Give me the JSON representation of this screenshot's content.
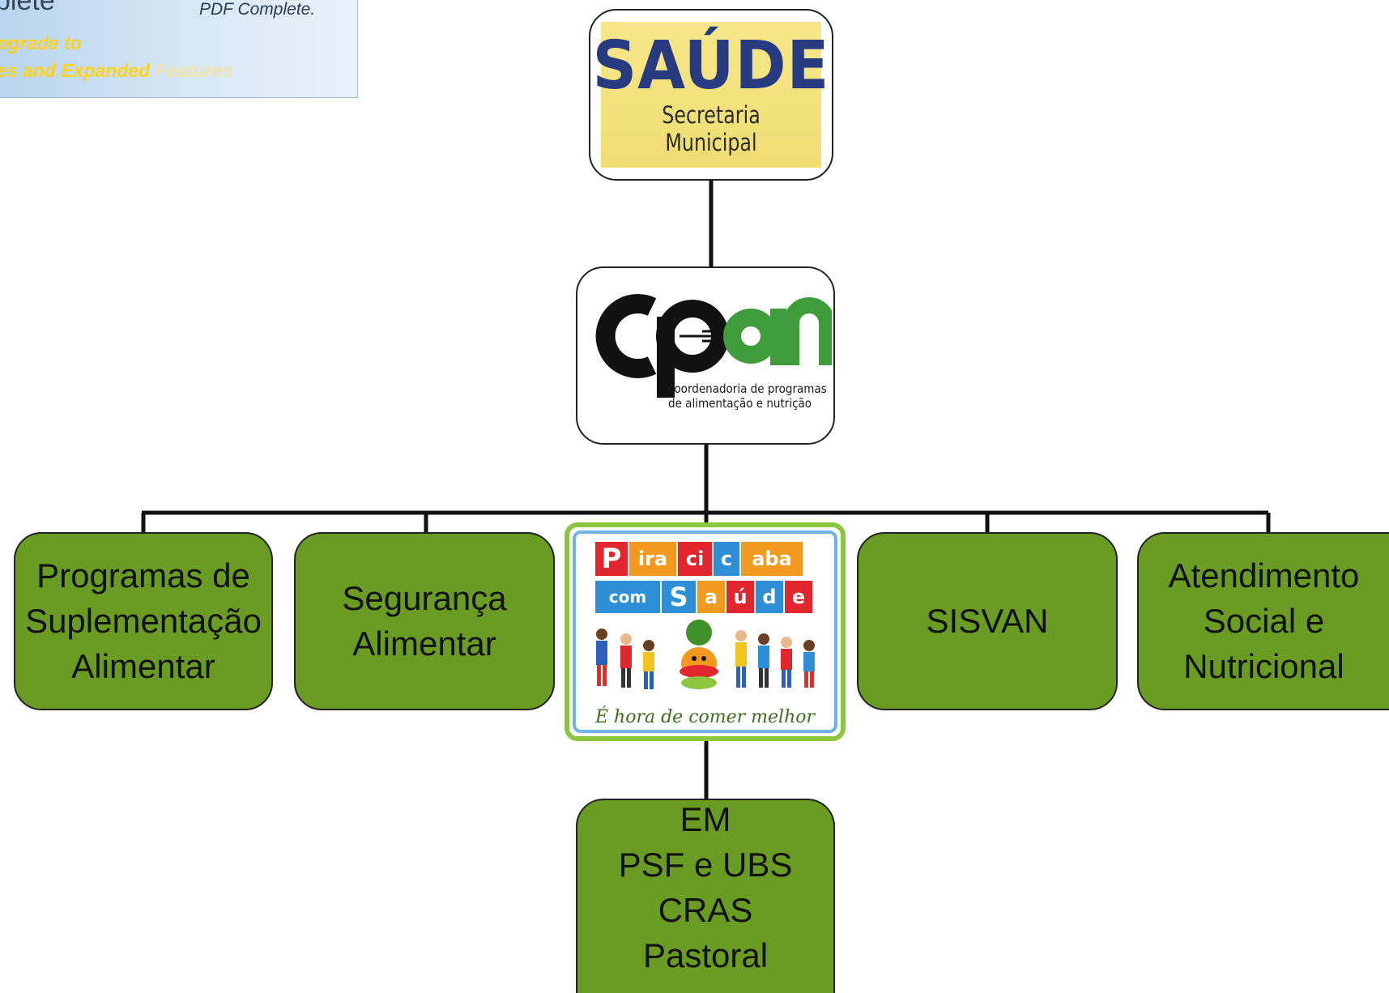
{
  "banner": {
    "partial_title": "plete",
    "pdf_complete": "PDF Complete.",
    "line1": "pgrade to",
    "line2_bright": "es and Expanded ",
    "line2_faded": "Features"
  },
  "top_node": {
    "title": "SAÚDE",
    "subtitle": "Secretaria Municipal"
  },
  "middle_node": {
    "logo_text": "cpan",
    "subtitle_lines": [
      "coordenadoria de programas",
      "de alimentação e nutrição"
    ]
  },
  "programs": [
    {
      "lines": [
        "Programas de",
        "Suplementação",
        "Alimentar"
      ]
    },
    {
      "lines": [
        "Segurança",
        "Alimentar"
      ]
    },
    {
      "lines": [
        "SISVAN"
      ]
    },
    {
      "lines": [
        "Atendimento",
        "Social e",
        "Nutricional"
      ]
    }
  ],
  "piracicaba": {
    "row1": [
      "P",
      "ira",
      "ci",
      "c",
      "aba"
    ],
    "row2": [
      "com",
      "S",
      "a",
      "ú",
      "d",
      "e"
    ],
    "tagline": "É hora de comer melhor"
  },
  "bottom_node": {
    "lines": [
      "EM",
      "PSF e UBS",
      "CRAS",
      "Pastoral"
    ]
  },
  "colors": {
    "box_green": "#6a9c24",
    "saude_blue": "#283a80",
    "saude_yellow": "#f6e78a",
    "cpan_green": "#3f9c3a"
  }
}
